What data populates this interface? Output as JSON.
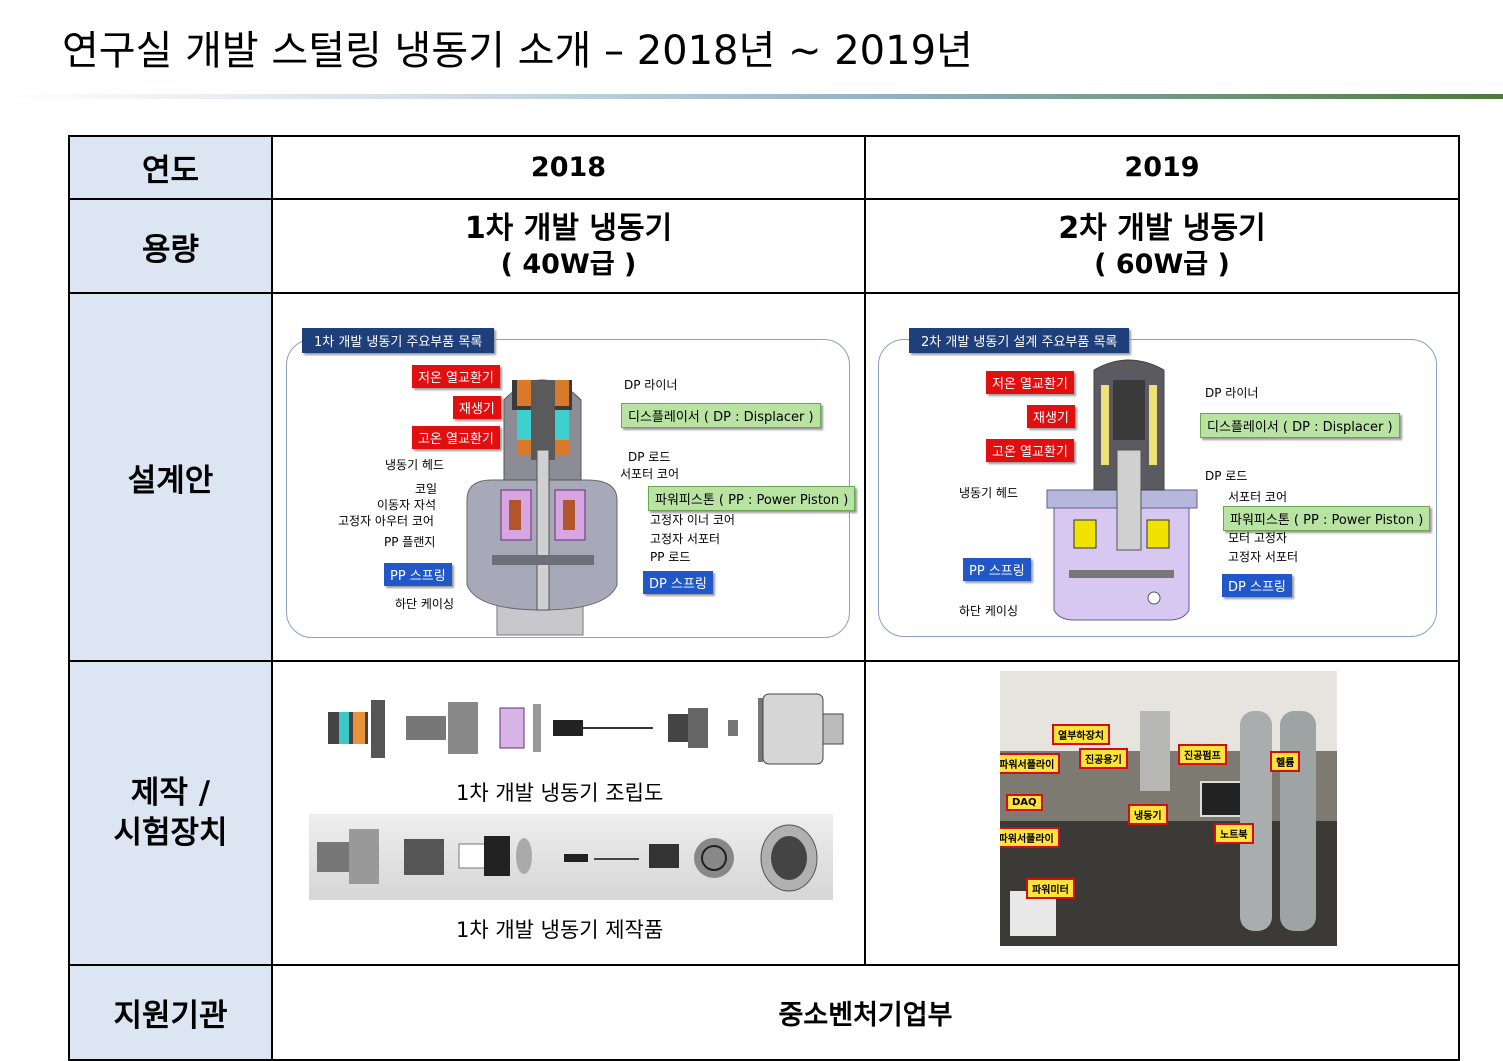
{
  "title": "연구실 개발 스털링 냉동기 소개 – 2018년 ~ 2019년",
  "table": {
    "rows": {
      "year": "연도",
      "capacity": "용량",
      "design": "설계안",
      "fabrication": "제작 /\n시험장치",
      "support": "지원기관"
    },
    "year_2018": "2018",
    "year_2019": "2019",
    "cap_2018_name": "1차 개발 냉동기",
    "cap_2018_watt": "( 40W급 )",
    "cap_2019_name": "2차 개발 냉동기",
    "cap_2019_watt": "( 60W급 )",
    "support_value": "중소벤처기업부"
  },
  "design_2018": {
    "tag": "1차 개발 냉동기 주요부품 목록",
    "labels": {
      "cold_hx": "저온 열교환기",
      "regen": "재생기",
      "hot_hx": "고온 열교환기",
      "head": "냉동기 헤드",
      "coil": "코일",
      "mover_magnet": "이동자 자석",
      "stator_outer": "고정자 아우터 코어",
      "pp_flange": "PP 플랜지",
      "pp_spring": "PP 스프링",
      "bottom_case": "하단 케이싱",
      "dp_liner": "DP 라이너",
      "displacer": "디스플레이서 ( DP : Displacer )",
      "dp_rod": "DP 로드",
      "support_core": "서포터 코어",
      "power_piston": "파워피스톤 ( PP : Power Piston )",
      "stator_inner": "고정자 이너 코어",
      "stator_support": "고정자 서포터",
      "pp_rod": "PP 로드",
      "dp_spring": "DP 스프링"
    }
  },
  "design_2019": {
    "tag": "2차 개발 냉동기 설계 주요부품 목록",
    "labels": {
      "cold_hx": "저온 열교환기",
      "regen": "재생기",
      "hot_hx": "고온 열교환기",
      "head": "냉동기 헤드",
      "pp_spring": "PP 스프링",
      "bottom_case": "하단 케이싱",
      "dp_liner": "DP 라이너",
      "displacer": "디스플레이서 ( DP : Displacer )",
      "dp_rod": "DP 로드",
      "support_core": "서포터 코어",
      "power_piston": "파워피스톤 ( PP : Power Piston )",
      "motor_stator": "모터 고정자",
      "stator_support": "고정자 서포터",
      "dp_spring": "DP 스프링"
    }
  },
  "fab_2018": {
    "assembly_caption": "1차 개발 냉동기 조립도",
    "product_caption": "1차 개발 냉동기 제작품"
  },
  "fab_2019": {
    "labels": {
      "heat_load": "열부하장치",
      "dc_supply": "DC 파워서플라이",
      "vacuum_vessel": "진공용기",
      "vacuum_pump": "진공펌프",
      "helium": "헬륨",
      "daq": "DAQ",
      "cryocooler": "냉동기",
      "ac_supply": "AC 파워서플라이",
      "laptop": "노트북",
      "power_meter": "파워미터"
    }
  }
}
